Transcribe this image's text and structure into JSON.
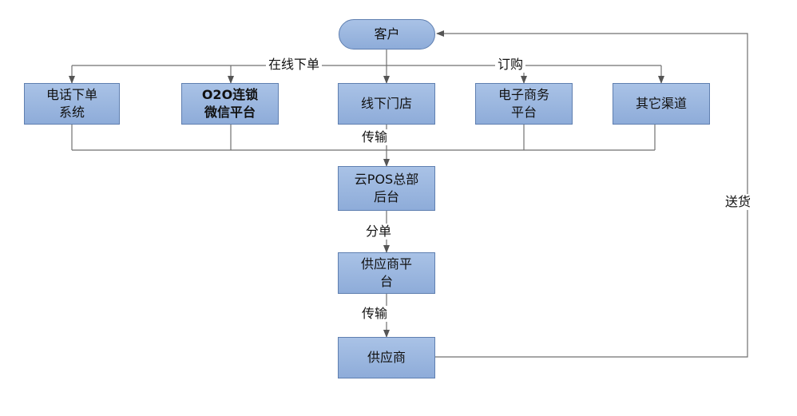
{
  "nodes": {
    "customer": "客户",
    "phone": "电话下单\n系统",
    "o2o": "O2O连锁\n微信平台",
    "offline_store": "线下门店",
    "ecommerce": "电子商务\n平台",
    "other": "其它渠道",
    "cloud_pos": "云POS总部\n后台",
    "supplier_platform": "供应商平\n台",
    "supplier": "供应商"
  },
  "edges": {
    "online_order": "在线下单",
    "subscribe": "订购",
    "transmit_1": "传输",
    "split_order": "分单",
    "transmit_2": "传输",
    "deliver": "送货"
  },
  "colors": {
    "box_fill": "#9db7df",
    "box_border": "#5f7fb0",
    "line": "#707070"
  }
}
